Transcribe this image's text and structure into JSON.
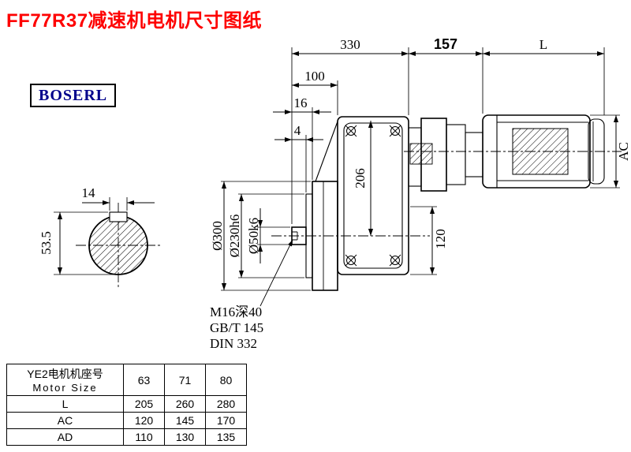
{
  "page": {
    "title": "FF77R37减速机电机尺寸图纸",
    "brand": "BOSERL"
  },
  "colors": {
    "title_red": "#fe0000",
    "brand_blue": "#00008b",
    "line_black": "#000000"
  },
  "drawing": {
    "dim_330": "330",
    "dim_157": "157",
    "dim_L": "L",
    "dim_100": "100",
    "dim_16": "16",
    "dim_4": "4",
    "dim_206": "206",
    "dim_120": "120",
    "dim_AC": "AC",
    "dia_300": "Ø300",
    "dia_230": "Ø230h6",
    "dia_50": "Ø50k6",
    "key_width": "14",
    "key_height": "53.5",
    "note_tap": "M16深40",
    "note_gb": "GB/T 145",
    "note_din": "DIN 332"
  },
  "table": {
    "header_cn": "YE2电机机座号",
    "header_en": "Motor Size",
    "sizes": [
      "63",
      "71",
      "80"
    ],
    "rows": [
      {
        "label": "L",
        "values": [
          "205",
          "260",
          "280"
        ]
      },
      {
        "label": "AC",
        "values": [
          "120",
          "145",
          "170"
        ]
      },
      {
        "label": "AD",
        "values": [
          "110",
          "130",
          "135"
        ]
      }
    ]
  }
}
